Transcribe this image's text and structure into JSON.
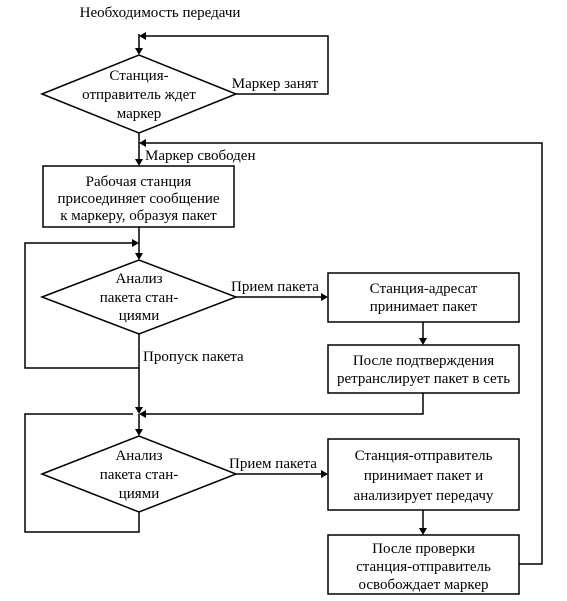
{
  "start_label": "Необходимость передачи",
  "decision1": {
    "lines": [
      "Станция-",
      "отправитель ждет",
      "маркер"
    ],
    "busy_label": "Маркер занят",
    "free_label": "Маркер свободен"
  },
  "process1": {
    "lines": [
      "Рабочая станция",
      "присоединяет сообщение",
      "к маркеру, образуя пакет"
    ]
  },
  "decision2": {
    "lines": [
      "Анализ",
      "пакета стан-",
      "циями"
    ],
    "accept_label": "Прием пакета",
    "skip_label": "Пропуск пакета"
  },
  "process2": {
    "lines": [
      "Станция-адресат",
      "принимает пакет"
    ]
  },
  "process3": {
    "lines": [
      "После подтверждения",
      "ретранслирует пакет в сеть"
    ]
  },
  "decision3": {
    "lines": [
      "Анализ",
      "пакета стан-",
      "циями"
    ],
    "accept_label": "Прием пакета"
  },
  "process4": {
    "lines": [
      "Станция-отправитель",
      "принимает пакет и",
      "анализирует передачу"
    ]
  },
  "process5": {
    "lines": [
      "После проверки",
      "станция-отправитель",
      "освобождает маркер"
    ]
  }
}
